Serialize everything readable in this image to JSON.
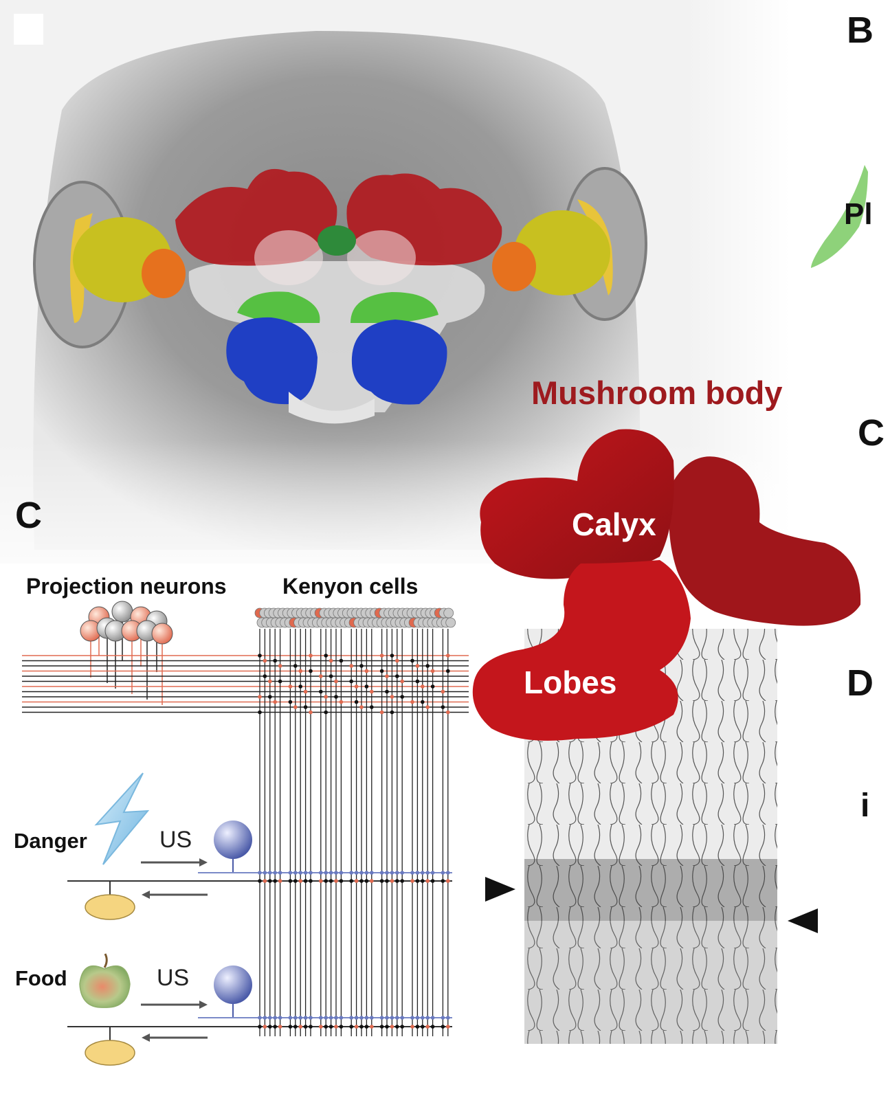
{
  "panels": {
    "a": "",
    "b": "B",
    "c": "C",
    "d": "D"
  },
  "cut_right": {
    "b_label": "Pl",
    "c_fragment": "C",
    "d_fragment": "i"
  },
  "mushroom_body": {
    "title": "Mushroom body",
    "calyx": "Calyx",
    "lobes": "Lobes"
  },
  "circuit": {
    "projection_neurons": "Projection neurons",
    "kenyon_cells": "Kenyon cells",
    "danger": "Danger",
    "food": "Food",
    "us_top": "US",
    "us_bottom": "US"
  },
  "colors": {
    "mushroom_body": "#b11a1f",
    "calyx_lobes": "#c4161c",
    "title": "#9e1a1e",
    "projection_neuron_red": "#e06a50",
    "us_neuron": "#4a5aa8",
    "output_neuron": "#f5d580",
    "lightning": "#8ec8ea",
    "antennal_lobe": "#1f3fc4",
    "optic_lobe": "#c8c020"
  }
}
